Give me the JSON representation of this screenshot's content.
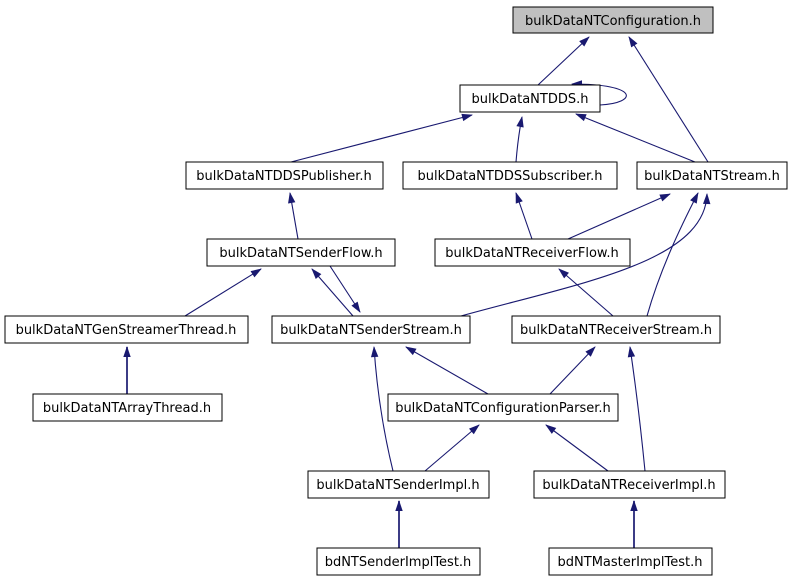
{
  "diagram": {
    "type": "include-dependency-graph",
    "root_file": "bulkDataNTConfiguration.h"
  },
  "colors": {
    "background": "#ffffff",
    "edge": "#191970",
    "node_border": "#000000",
    "node_fill": "#ffffff",
    "root_node_fill": "#c0c0c0",
    "text": "#000000"
  },
  "nodes": [
    {
      "id": "config",
      "label": "bulkDataNTConfiguration.h",
      "highlighted": true
    },
    {
      "id": "dds",
      "label": "bulkDataNTDDS.h",
      "highlighted": false
    },
    {
      "id": "publisher",
      "label": "bulkDataNTDDSPublisher.h",
      "highlighted": false
    },
    {
      "id": "subscriber",
      "label": "bulkDataNTDDSSubscriber.h",
      "highlighted": false
    },
    {
      "id": "stream",
      "label": "bulkDataNTStream.h",
      "highlighted": false
    },
    {
      "id": "senderflow",
      "label": "bulkDataNTSenderFlow.h",
      "highlighted": false
    },
    {
      "id": "receiverflow",
      "label": "bulkDataNTReceiverFlow.h",
      "highlighted": false
    },
    {
      "id": "genstreamer",
      "label": "bulkDataNTGenStreamerThread.h",
      "highlighted": false
    },
    {
      "id": "senderstream",
      "label": "bulkDataNTSenderStream.h",
      "highlighted": false
    },
    {
      "id": "receiverstream",
      "label": "bulkDataNTReceiverStream.h",
      "highlighted": false
    },
    {
      "id": "arraythread",
      "label": "bulkDataNTArrayThread.h",
      "highlighted": false
    },
    {
      "id": "parser",
      "label": "bulkDataNTConfigurationParser.h",
      "highlighted": false
    },
    {
      "id": "senderimpl",
      "label": "bulkDataNTSenderImpl.h",
      "highlighted": false
    },
    {
      "id": "receiverimpl",
      "label": "bulkDataNTReceiverImpl.h",
      "highlighted": false
    },
    {
      "id": "sendertest",
      "label": "bdNTSenderImplTest.h",
      "highlighted": false
    },
    {
      "id": "mastertest",
      "label": "bdNTMasterImplTest.h",
      "highlighted": false
    }
  ],
  "edges": [
    {
      "from": "dds",
      "to": "config"
    },
    {
      "from": "stream",
      "to": "config"
    },
    {
      "from": "dds",
      "to": "dds"
    },
    {
      "from": "publisher",
      "to": "dds"
    },
    {
      "from": "subscriber",
      "to": "dds"
    },
    {
      "from": "stream",
      "to": "dds"
    },
    {
      "from": "senderflow",
      "to": "publisher"
    },
    {
      "from": "receiverflow",
      "to": "subscriber"
    },
    {
      "from": "receiverflow",
      "to": "stream"
    },
    {
      "from": "genstreamer",
      "to": "senderflow"
    },
    {
      "from": "senderstream",
      "to": "senderflow"
    },
    {
      "from": "senderflow",
      "to": "senderstream"
    },
    {
      "from": "senderstream",
      "to": "stream"
    },
    {
      "from": "receiverstream",
      "to": "receiverflow"
    },
    {
      "from": "receiverstream",
      "to": "stream"
    },
    {
      "from": "arraythread",
      "to": "genstreamer"
    },
    {
      "from": "parser",
      "to": "senderstream"
    },
    {
      "from": "parser",
      "to": "receiverstream"
    },
    {
      "from": "senderimpl",
      "to": "senderstream"
    },
    {
      "from": "senderimpl",
      "to": "parser"
    },
    {
      "from": "receiverimpl",
      "to": "parser"
    },
    {
      "from": "receiverimpl",
      "to": "receiverstream"
    },
    {
      "from": "sendertest",
      "to": "senderimpl"
    },
    {
      "from": "mastertest",
      "to": "receiverimpl"
    }
  ]
}
